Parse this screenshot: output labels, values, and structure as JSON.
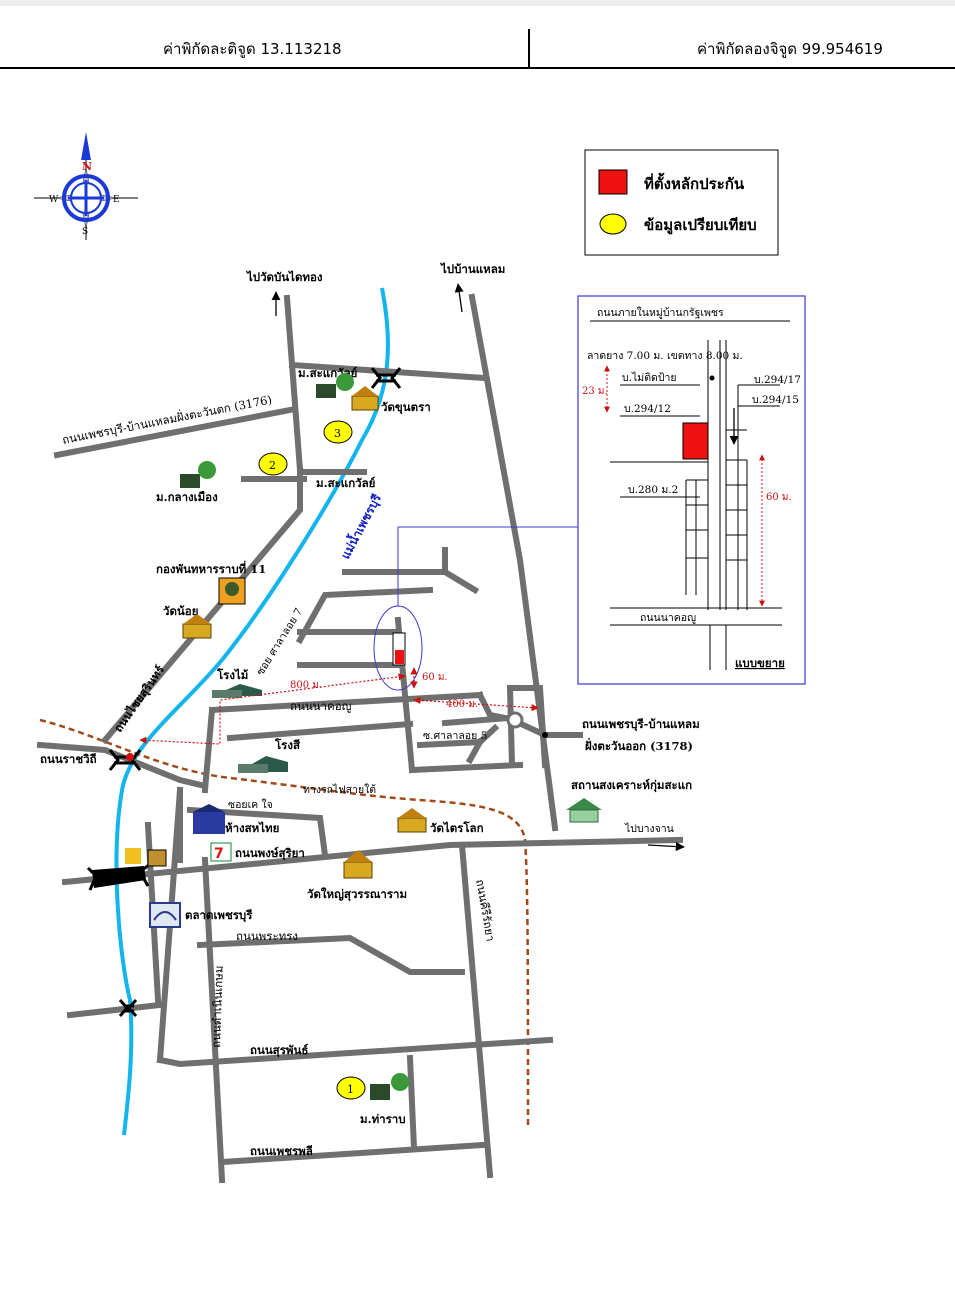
{
  "header": {
    "latitude": "ค่าพิกัดละติจูด 13.113218",
    "longitude": "ค่าพิกัดลองจิจูด 99.954619"
  },
  "legend": {
    "collateral": "ที่ตั้งหลักประกัน",
    "comparison": "ข้อมูลเปรียบเทียบ",
    "collateral_color": "#ee1111",
    "comparison_color": "#ffff00"
  },
  "compass": {
    "n": "N",
    "s": "S",
    "e": "E",
    "w": "W"
  },
  "map": {
    "to_wat_bankai": "ไปวัดบันไดทอง",
    "to_ban_laem": "ไปบ้านแหลม",
    "moo_sakaew_top": "ม.สะแกวัลย์",
    "wat_khun": "วัดขุนตรา",
    "road_3176": "ถนนเพชรบุรี-บ้านแหลมฝั่งตะวันตก (3176)",
    "moo_sakaew_mid": "ม.สะแกวัลย์",
    "moo_klang": "ม.กลางเมือง",
    "river": "แม่น้ำเพชรบุรี",
    "battalion": "กองพันทหารราบที่ 11",
    "wat_noi": "วัดน้อย",
    "road_chaisurin": "ถนนไชยสุรินทร์",
    "soi_sala7": "ซอย ศาลาลอย 7",
    "rong_mai": "โรงไม้",
    "dist_800": "800 ม.",
    "dist_60": "60 ม.",
    "road_namoy": "ถนนนาคอญู",
    "dist_400": "400 ม.",
    "soi_sala5": "ซ.ศาลาลอย 5",
    "road_3178_a": "ถนนเพชรบุรี-บ้านแหลม",
    "road_3178_b": "ฝั่งตะวันออก (3178)",
    "road_ratchawithi": "ถนนราชวิถี",
    "rong_si": "โรงสี",
    "railway": "ทางรถไฟสายใต้",
    "soi_kho": "ซอยเค ใจ",
    "social_center": "สถานสงเคราะห์กุ่มสะแก",
    "to_bangchan": "ไปบางจาน",
    "sahathai": "ห้างสหไทย",
    "wat_trailok": "วัดไตรโลก",
    "road_phongsuriya": "ถนนพงษ์สุริยา",
    "wat_yai": "วัดใหญ่สุวรรณาราม",
    "road_khirirathaya": "ถนนคีรีรัถยา",
    "market": "ตลาดเพชรบุรี",
    "road_phrasong": "ถนนพระทรง",
    "road_ratchadamnoen": "ถนนดำเนินเกษม",
    "road_surin": "ถนนสุรพันธ์",
    "moo_tharab": "ม.ท่าราบ",
    "road_phetphli": "ถนนเพชรพลี",
    "marker_1": "1",
    "marker_2": "2",
    "marker_3": "3"
  },
  "inset": {
    "road_top": "ถนนภายในหมู่บ้านกรัฐเพชร",
    "paved": "ลาดยาง 7.00 ม. เขตทาง 8.00 ม.",
    "no_sign": "บ.ไม่ติดป้าย",
    "dist_23": "23 ม.",
    "h_294_12": "บ.294/12",
    "h_294_17": "บ.294/17",
    "h_294_15": "บ.294/15",
    "h_280": "บ.280 ม.2",
    "dist_60": "60 ม.",
    "road_bottom": "ถนนนาคอญู",
    "enlarged": "แบบขยาย"
  }
}
